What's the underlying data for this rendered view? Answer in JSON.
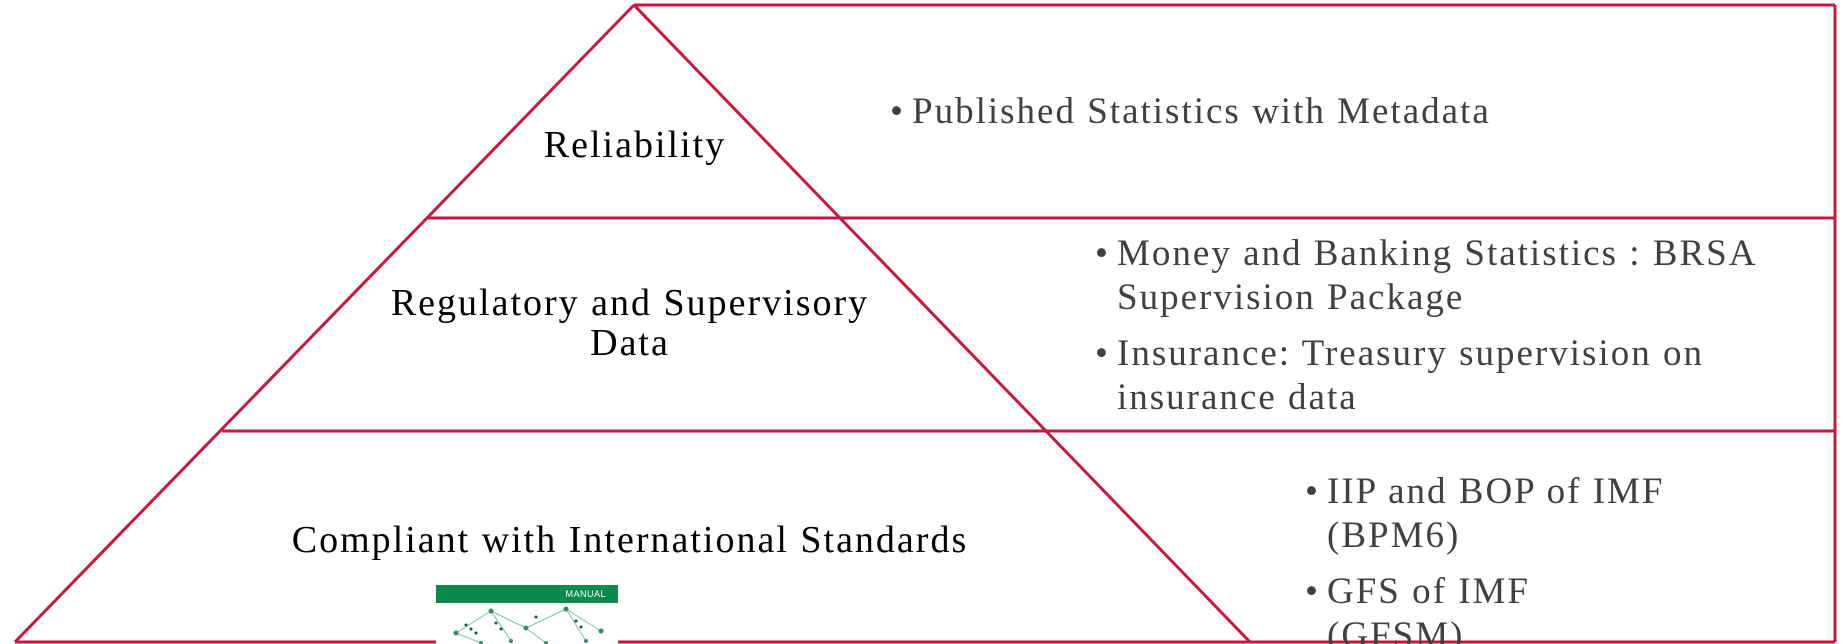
{
  "colors": {
    "frame_line": "#c8173f",
    "label_text": "#000000",
    "bullet_text": "#404040",
    "cover_band": "#0e8a4f"
  },
  "tiers": [
    {
      "label": "Reliability",
      "bullets": [
        "Published Statistics with Metadata"
      ]
    },
    {
      "label": "Regulatory and Supervisory Data",
      "bullets": [
        "Money and Banking Statistics : BRSA Supervision Package",
        "Insurance: Treasury supervision on insurance data"
      ]
    },
    {
      "label": "Compliant with International Standards",
      "bullets": [
        "IIP and BOP of IMF (BPM6)",
        "GFS of IMF (GFSM)"
      ]
    }
  ],
  "manual_cover": {
    "band_text": "MANUAL",
    "icon": "network-graph-icon"
  }
}
